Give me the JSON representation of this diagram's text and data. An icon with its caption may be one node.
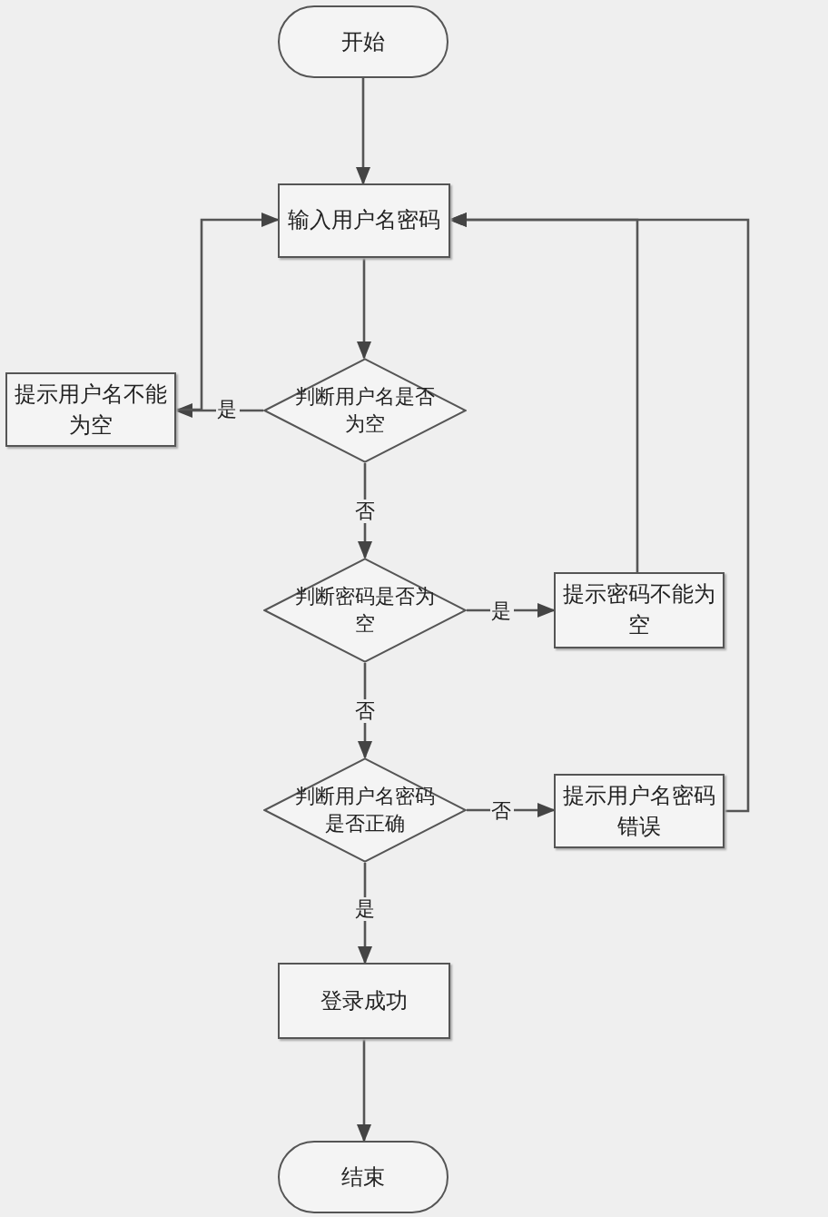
{
  "diagram": {
    "nodes": [
      {
        "text": [
          "开始"
        ]
      },
      {
        "text": [
          "输入用户名密码"
        ]
      },
      {
        "text": [
          "判断用户名是否为空"
        ]
      },
      {
        "text": [
          "提示用户名不能为空"
        ]
      },
      {
        "text": [
          "判断密码是否为空"
        ]
      },
      {
        "text": [
          "提示密码不能为空"
        ]
      },
      {
        "text": [
          "判断用户名密码是否正确"
        ]
      },
      {
        "text": [
          "提示用户名密码错误"
        ]
      },
      {
        "text": [
          "登录成功"
        ]
      },
      {
        "text": [
          "结束"
        ]
      }
    ],
    "edges": [
      {
        "from": 0,
        "to": 1,
        "arrow": "to"
      },
      {
        "from": 1,
        "to": 2,
        "arrow": "to"
      },
      {
        "from": 2,
        "to": 3,
        "arrow": "to",
        "label": "是"
      },
      {
        "from": 3,
        "to": 1,
        "arrow": "to"
      },
      {
        "from": 2,
        "to": 4,
        "arrow": "to",
        "label": "否"
      },
      {
        "from": 4,
        "to": 5,
        "arrow": "to",
        "label": "是"
      },
      {
        "from": 5,
        "to": 1,
        "arrow": "to"
      },
      {
        "from": 4,
        "to": 6,
        "arrow": "to",
        "label": "否"
      },
      {
        "from": 6,
        "to": 7,
        "arrow": "to",
        "label": "否"
      },
      {
        "from": 7,
        "to": 1,
        "arrow": "to"
      },
      {
        "from": 6,
        "to": 8,
        "arrow": "to",
        "label": "是"
      },
      {
        "from": 8,
        "to": 9,
        "arrow": "to"
      }
    ]
  }
}
